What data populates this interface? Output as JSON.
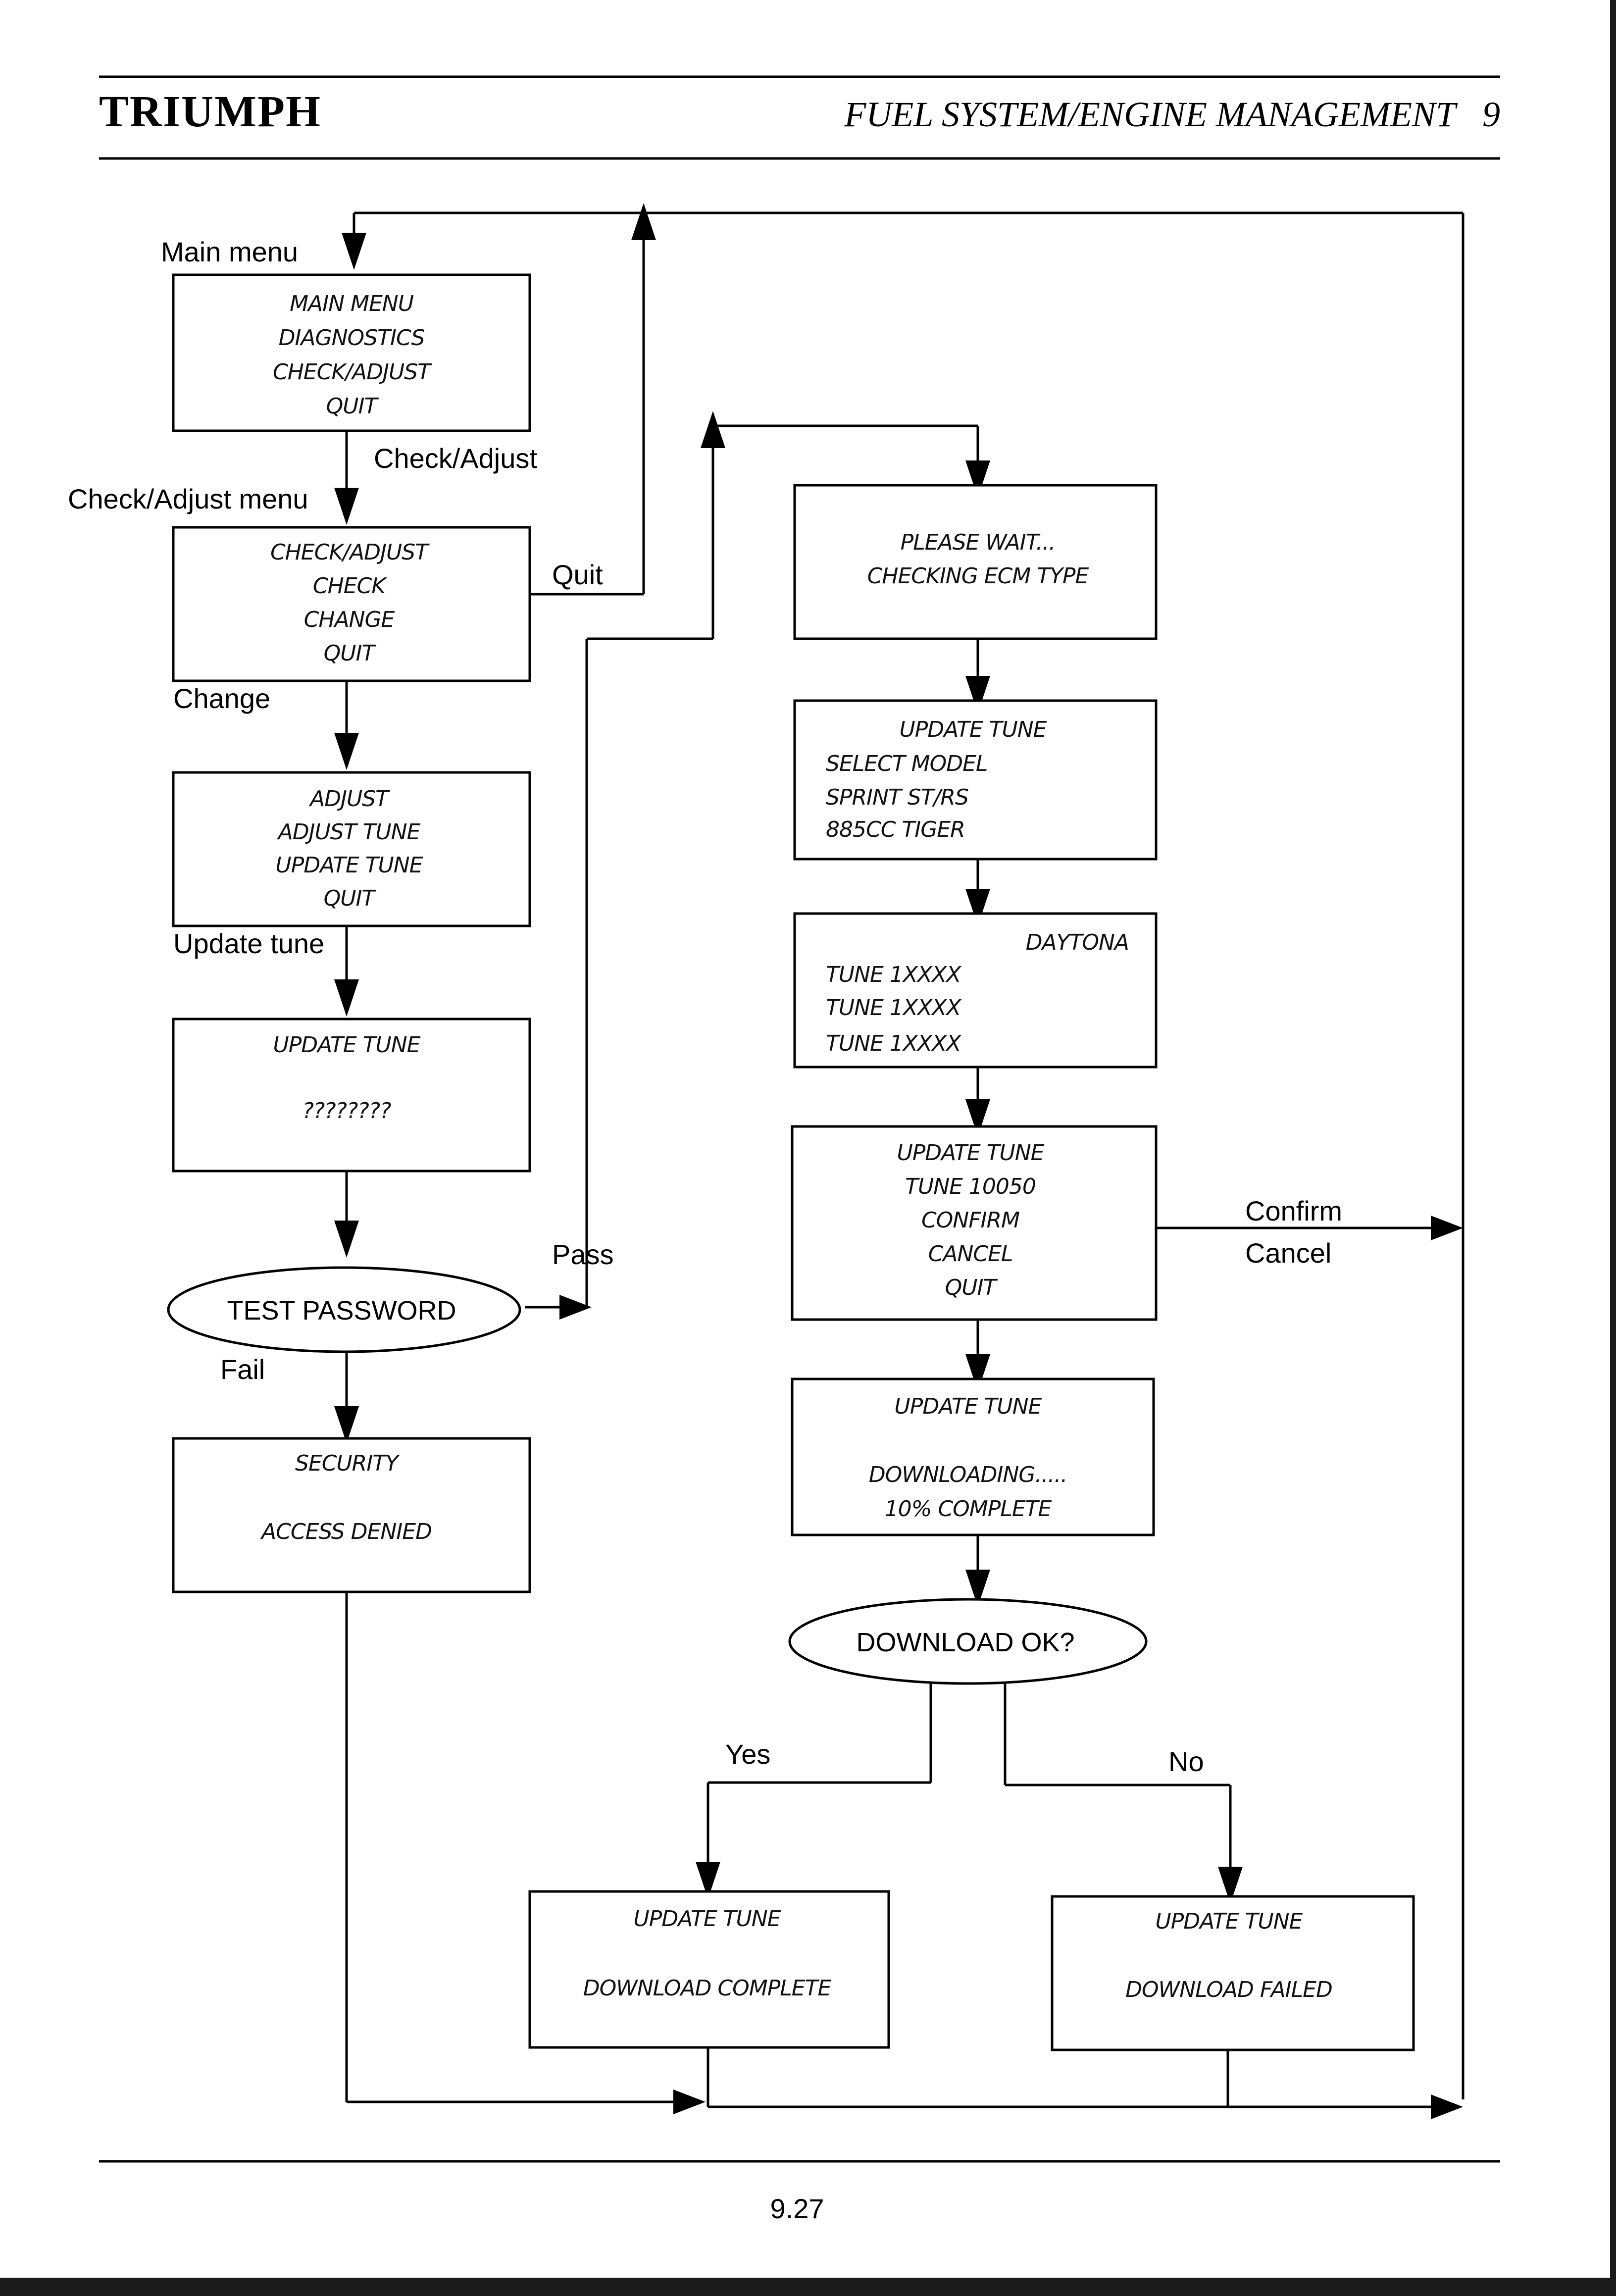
{
  "header": {
    "brand": "TRIUMPH",
    "section_title": "FUEL SYSTEM/ENGINE MANAGEMENT",
    "section_number": "9"
  },
  "footer": {
    "page_number": "9.27"
  },
  "flow": {
    "labels": {
      "main_menu": "Main menu",
      "check_adjust": "Check/Adjust",
      "check_adjust_menu": "Check/Adjust menu",
      "quit": "Quit",
      "change": "Change",
      "update_tune": "Update tune",
      "pass": "Pass",
      "fail": "Fail",
      "confirm": "Confirm",
      "cancel": "Cancel",
      "yes": "Yes",
      "no": "No"
    },
    "decisions": {
      "test_password": "TEST PASSWORD",
      "download_ok": "DOWNLOAD OK?"
    },
    "screens": {
      "main_menu": [
        "MAIN MENU",
        "DIAGNOSTICS",
        "CHECK/ADJUST",
        "QUIT"
      ],
      "check_adjust": [
        "CHECK/ADJUST",
        "CHECK",
        "CHANGE",
        "QUIT"
      ],
      "adjust": [
        "ADJUST",
        "ADJUST TUNE",
        "UPDATE TUNE",
        "QUIT"
      ],
      "password": [
        "UPDATE TUNE",
        "????????"
      ],
      "security": [
        "SECURITY",
        "ACCESS DENIED"
      ],
      "please_wait": [
        "PLEASE WAIT...",
        "CHECKING ECM TYPE"
      ],
      "select_model": [
        "UPDATE TUNE",
        "SELECT MODEL",
        "SPRINT ST/RS",
        "885CC TIGER"
      ],
      "daytona": [
        "DAYTONA",
        "TUNE 1XXXX",
        "TUNE 1XXXX",
        "TUNE 1XXXX"
      ],
      "confirm_tune": [
        "UPDATE TUNE",
        "TUNE 10050",
        "CONFIRM",
        "CANCEL",
        "QUIT"
      ],
      "downloading": [
        "UPDATE TUNE",
        "DOWNLOADING.....",
        "10% COMPLETE"
      ],
      "download_complete": [
        "UPDATE TUNE",
        "DOWNLOAD COMPLETE"
      ],
      "download_failed": [
        "UPDATE TUNE",
        "DOWNLOAD FAILED"
      ]
    }
  }
}
